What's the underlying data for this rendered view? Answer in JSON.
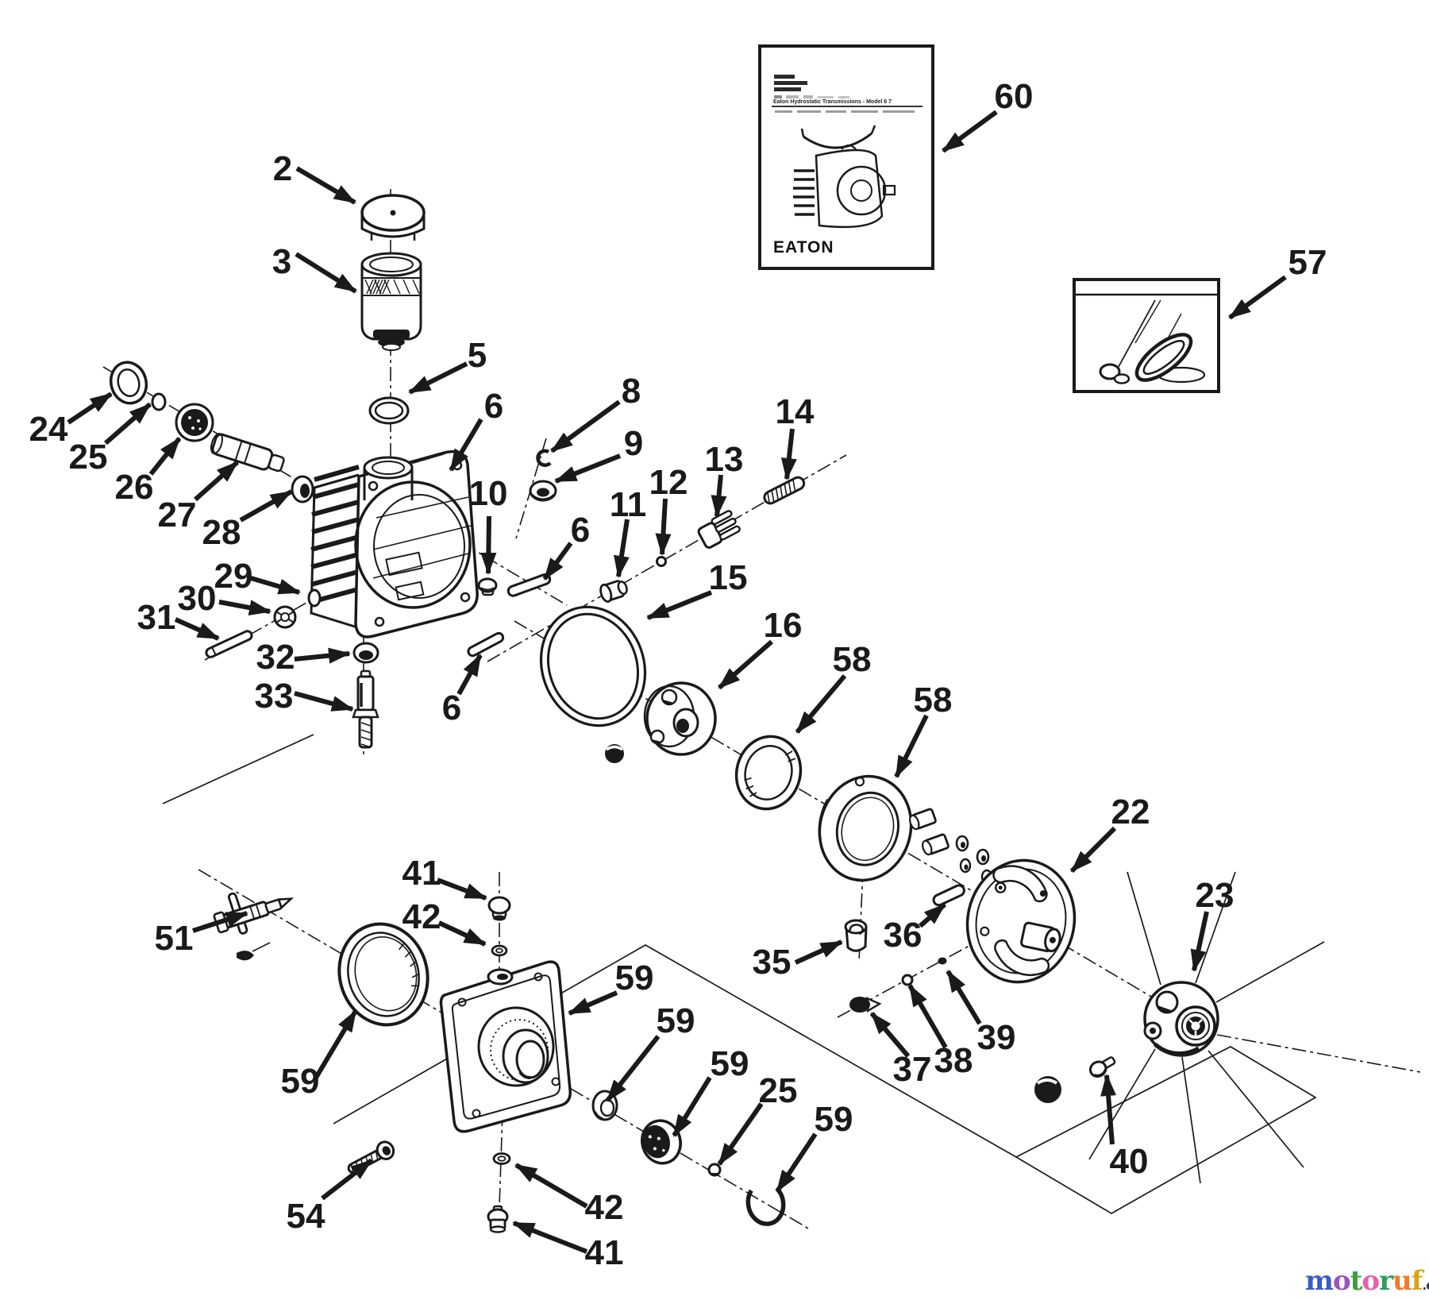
{
  "diagram": {
    "type": "exploded-parts-diagram",
    "subject": "Eaton hydrostatic transmission parts diagram",
    "background_color": "#ffffff",
    "line_color": "#1a1a1a"
  },
  "callouts": [
    {
      "t": "2"
    },
    {
      "t": "3"
    },
    {
      "t": "5"
    },
    {
      "t": "6"
    },
    {
      "t": "8"
    },
    {
      "t": "9"
    },
    {
      "t": "10"
    },
    {
      "t": "11"
    },
    {
      "t": "12"
    },
    {
      "t": "13"
    },
    {
      "t": "14"
    },
    {
      "t": "6"
    },
    {
      "t": "15"
    },
    {
      "t": "16"
    },
    {
      "t": "58"
    },
    {
      "t": "58"
    },
    {
      "t": "22"
    },
    {
      "t": "23"
    },
    {
      "t": "24"
    },
    {
      "t": "25"
    },
    {
      "t": "26"
    },
    {
      "t": "27"
    },
    {
      "t": "28"
    },
    {
      "t": "29"
    },
    {
      "t": "30"
    },
    {
      "t": "31"
    },
    {
      "t": "32"
    },
    {
      "t": "33"
    },
    {
      "t": "6"
    },
    {
      "t": "51"
    },
    {
      "t": "41"
    },
    {
      "t": "42"
    },
    {
      "t": "59"
    },
    {
      "t": "59"
    },
    {
      "t": "59"
    },
    {
      "t": "59"
    },
    {
      "t": "25"
    },
    {
      "t": "59"
    },
    {
      "t": "42"
    },
    {
      "t": "41"
    },
    {
      "t": "54"
    },
    {
      "t": "35"
    },
    {
      "t": "36"
    },
    {
      "t": "37"
    },
    {
      "t": "38"
    },
    {
      "t": "39"
    },
    {
      "t": "40"
    },
    {
      "t": "57"
    },
    {
      "t": "60"
    }
  ],
  "insets": {
    "manual": {
      "callout": "60",
      "title": "Eaton Hydrostatic Transmissions - Model 6 7",
      "brand": "EATON"
    },
    "seal_kit": {
      "callout": "57"
    }
  },
  "watermark": {
    "letters": [
      {
        "ch": "m",
        "color": "#3b5bc4"
      },
      {
        "ch": "o",
        "color": "#9a4fc4"
      },
      {
        "ch": "t",
        "color": "#3a9e3a"
      },
      {
        "ch": "o",
        "color": "#e85fa8"
      },
      {
        "ch": "r",
        "color": "#2f9e5b"
      },
      {
        "ch": "u",
        "color": "#ef7d2a"
      },
      {
        "ch": "f",
        "color": "#d9a414"
      }
    ],
    "suffix": ".de",
    "suffix_color": "#2b3a55"
  }
}
